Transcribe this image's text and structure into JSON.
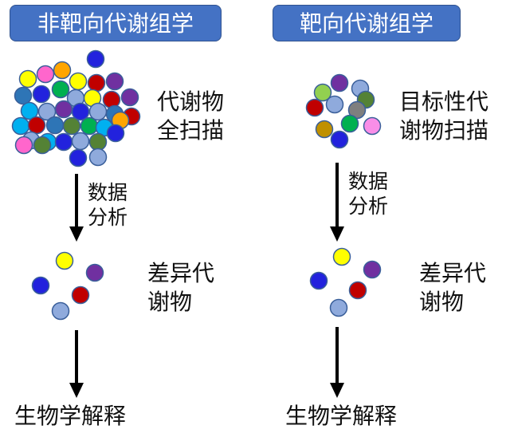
{
  "headers": {
    "untargeted": "非靶向代谢组学",
    "targeted": "靶向代谢组学"
  },
  "labels": {
    "untargeted_scan": [
      "代谢物",
      "全扫描"
    ],
    "targeted_scan": [
      "目标性代",
      "谢物扫描"
    ],
    "data_analysis": [
      "数据",
      "分析"
    ],
    "differential": [
      "差异代",
      "谢物"
    ],
    "interpretation": "生物学解释"
  },
  "colors": {
    "header_fill": "#4472c4",
    "yellow": "#ffff00",
    "blue": "#2222dd",
    "purple": "#7030a0",
    "red": "#c00000",
    "light_blue": "#8faadc",
    "green": "#00b050",
    "dark_green": "#548235",
    "cyan": "#00b0f0",
    "teal_blue": "#2e75b6",
    "pink": "#ff66cc",
    "orange": "#ffa500",
    "gray": "#7f7f7f",
    "light_green": "#92d050",
    "gold": "#bf9000",
    "magenta_pink": "#f98ee8"
  }
}
